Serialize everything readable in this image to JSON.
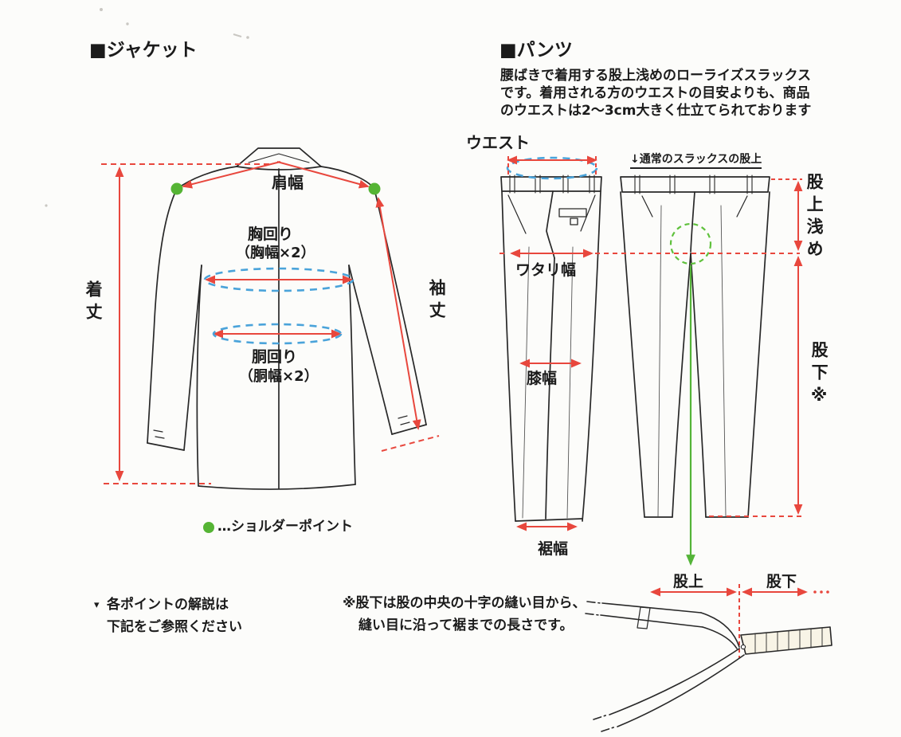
{
  "colors": {
    "measure_red": "#e8473d",
    "guide_blue": "#4aa3da",
    "point_green": "#55b434",
    "ink": "#282828"
  },
  "jacket": {
    "title": "■ジャケット",
    "labels": {
      "shoulder_width": "肩幅",
      "chest_round": "胸回り",
      "chest_round_sub": "（胸幅×2）",
      "waist_round": "胴回り",
      "waist_round_sub": "（胴幅×2）",
      "body_length": "着丈",
      "sleeve_length": "袖丈"
    },
    "legend_text": "…ショルダーポイント",
    "note_marker": "▾",
    "note_line1": "各ポイントの解説は",
    "note_line2": "下記をご参照ください"
  },
  "pants": {
    "title": "■パンツ",
    "desc_line1": "腰ばきで着用する股上浅めのローライズスラックス",
    "desc_line2": "です。着用される方のウエストの目安よりも、商品",
    "desc_line3": "のウエストは2～3cm大きく仕立てられております",
    "labels": {
      "waist": "ウエスト",
      "normal_rise": "↓通常のスラックスの股上",
      "thigh_width": "ワタリ幅",
      "knee_width": "膝幅",
      "hem_width": "裾幅",
      "shallow_rise": "股上浅め",
      "inseam": "股下※",
      "detail_rise": "股上",
      "detail_inseam": "股下"
    },
    "note_line1": "※股下は股の中央の十字の縫い目から、",
    "note_line2": "縫い目に沿って裾までの長さです。"
  }
}
